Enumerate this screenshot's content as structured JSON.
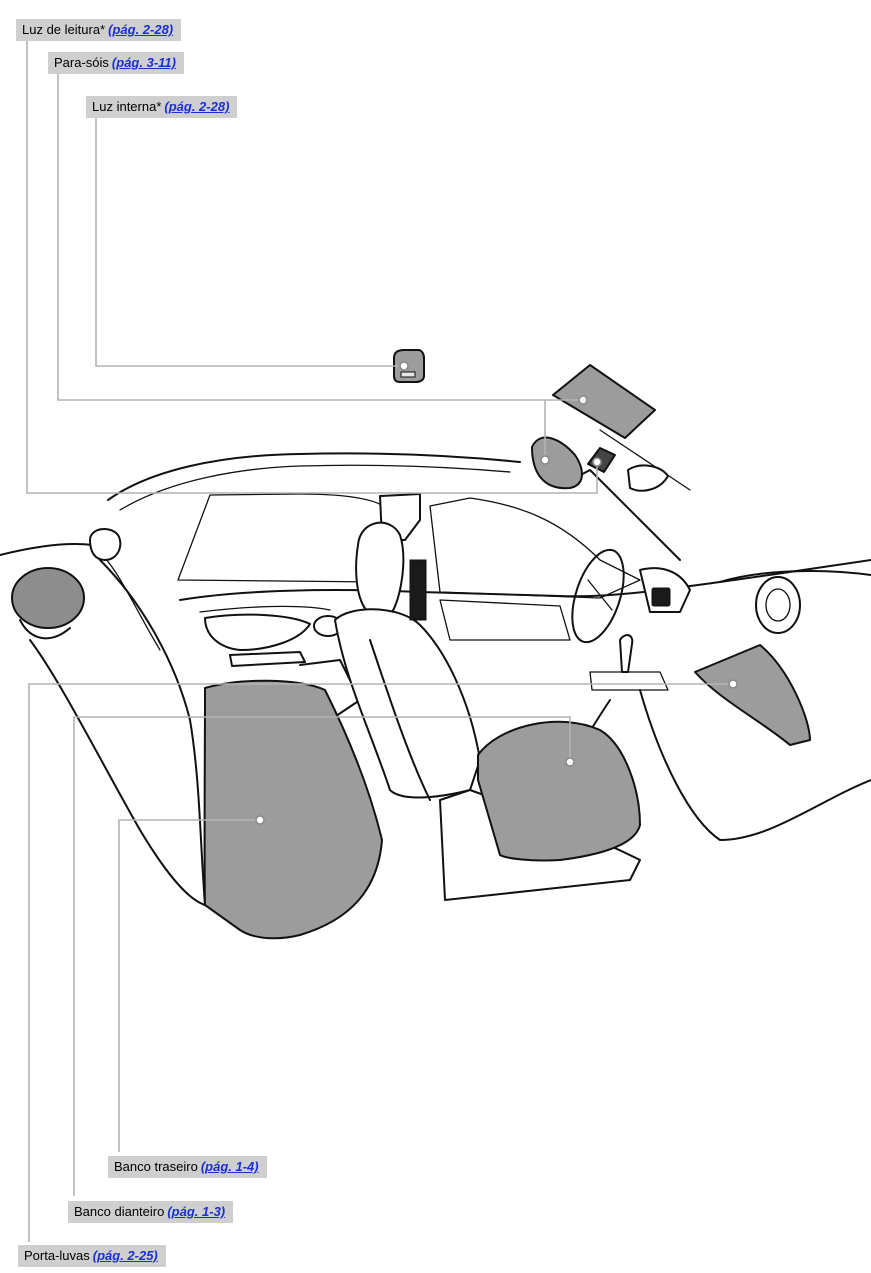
{
  "callouts": {
    "reading_light": {
      "label": "Luz de leitura*",
      "ref": "(pág. 2-28)"
    },
    "sun_visors": {
      "label": "Para-sóis",
      "ref": "(pág. 3-11)"
    },
    "interior_light": {
      "label": "Luz interna*",
      "ref": "(pág. 2-28)"
    },
    "rear_seat": {
      "label": "Banco traseiro",
      "ref": "(pág. 1-4)"
    },
    "front_seat": {
      "label": "Banco dianteiro",
      "ref": "(pág. 1-3)"
    },
    "glove_box": {
      "label": "Porta-luvas",
      "ref": "(pág. 2-25)"
    }
  },
  "colors": {
    "callout_bg": "#cfcfcf",
    "reference_link": "#1a2fd0",
    "highlight_fill": "#9c9c9c",
    "leader_line": "#b3b3b3"
  }
}
